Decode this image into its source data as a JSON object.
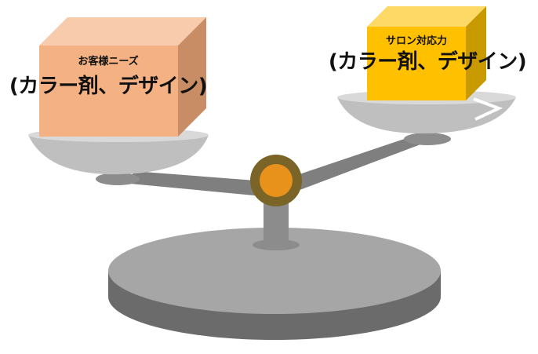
{
  "left_box": {
    "title": "お客様ニーズ",
    "detail": "(カラー剤、デザイン)",
    "color_front": "#F4B183",
    "color_top": "#F8CBAD",
    "color_side": "#C98D66"
  },
  "right_box": {
    "title": "サロン対応力",
    "detail": "(カラー剤、デザイン)",
    "color_front": "#FFC000",
    "color_top": "#FFD966",
    "color_side": "#C99A00"
  },
  "scale_colors": {
    "pan_rim": "#D9D9D9",
    "pan_body": "#BFBFBF",
    "beam": "#7F7F7F",
    "pivot_ring": "#7B6428",
    "pivot_center": "#E8921C",
    "base_top": "#A6A6A6",
    "base_side": "#6B6B6B"
  }
}
